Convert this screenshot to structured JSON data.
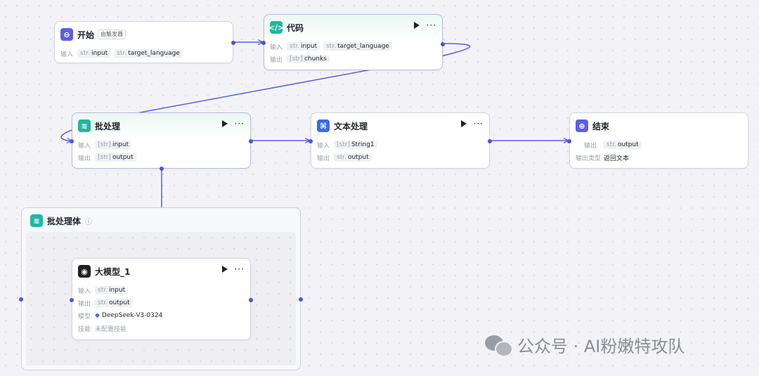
{
  "start": {
    "title": "开始",
    "tag": "由触发器",
    "input_label": "输入",
    "inputs": [
      {
        "type": "str.",
        "name": "input"
      },
      {
        "type": "str.",
        "name": "target_language"
      }
    ]
  },
  "code": {
    "title": "代码",
    "input_label": "输入",
    "output_label": "输出",
    "inputs": [
      {
        "type": "str.",
        "name": "input"
      },
      {
        "type": "str.",
        "name": "target_language"
      }
    ],
    "outputs": [
      {
        "type": "[str]",
        "name": "chunks"
      }
    ]
  },
  "batch": {
    "title": "批处理",
    "input_label": "输入",
    "output_label": "输出",
    "inputs": [
      {
        "type": "[str]",
        "name": "input"
      }
    ],
    "outputs": [
      {
        "type": "[str]",
        "name": "output"
      }
    ]
  },
  "text": {
    "title": "文本处理",
    "input_label": "输入",
    "output_label": "输出",
    "inputs": [
      {
        "type": "[str]",
        "name": "String1"
      }
    ],
    "outputs": [
      {
        "type": "str.",
        "name": "output"
      }
    ]
  },
  "end": {
    "title": "结束",
    "output_label": "输出",
    "output_type_label": "输出类型",
    "outputs": [
      {
        "type": "str.",
        "name": "output"
      }
    ],
    "output_type": "返回文本"
  },
  "batch_body": {
    "title": "批处理体"
  },
  "llm": {
    "title": "大模型_1",
    "input_label": "输入",
    "output_label": "输出",
    "model_label": "模型",
    "skill_label": "技能",
    "inputs": [
      {
        "type": "str.",
        "name": "input"
      }
    ],
    "outputs": [
      {
        "type": "str.",
        "name": "output"
      }
    ],
    "model": "DeepSeek-V3-0324",
    "skill": "未配置技能"
  },
  "watermark": {
    "text": "公众号 · AI粉嫩特攻队"
  },
  "icons": {
    "start": "start-icon",
    "code": "code-icon",
    "batch": "layers-icon",
    "text": "text-process-icon",
    "end": "end-icon",
    "llm": "model-icon",
    "run": "play-icon",
    "more": "more-icon",
    "info": "info-icon",
    "wechat": "wechat-icon"
  },
  "colors": {
    "edge": "#5b5fe3",
    "port": "#4a55d8",
    "accent_indigo": "#5b5fe3",
    "accent_teal": "#1fb8a0",
    "accent_blue": "#3a6ae6"
  }
}
